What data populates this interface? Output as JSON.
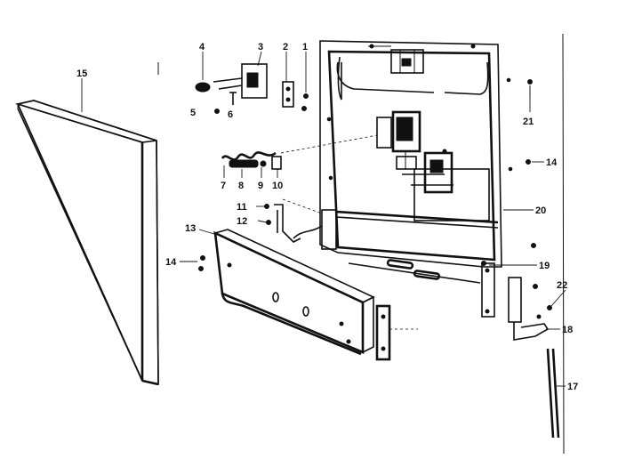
{
  "labels": {
    "p1": "1",
    "p2": "2",
    "p3": "3",
    "p4": "4",
    "p5": "5",
    "p6": "6",
    "p7": "7",
    "p8": "8",
    "p9": "9",
    "p10": "10",
    "p11": "11",
    "p12": "12",
    "p13": "13",
    "p14a": "14",
    "p14b": "14",
    "p15": "15",
    "p17": "17",
    "p18": "18",
    "p19": "19",
    "p20": "20",
    "p21": "21",
    "p22": "22"
  },
  "colors": {
    "ink": "#111111",
    "paper": "#ffffff"
  }
}
